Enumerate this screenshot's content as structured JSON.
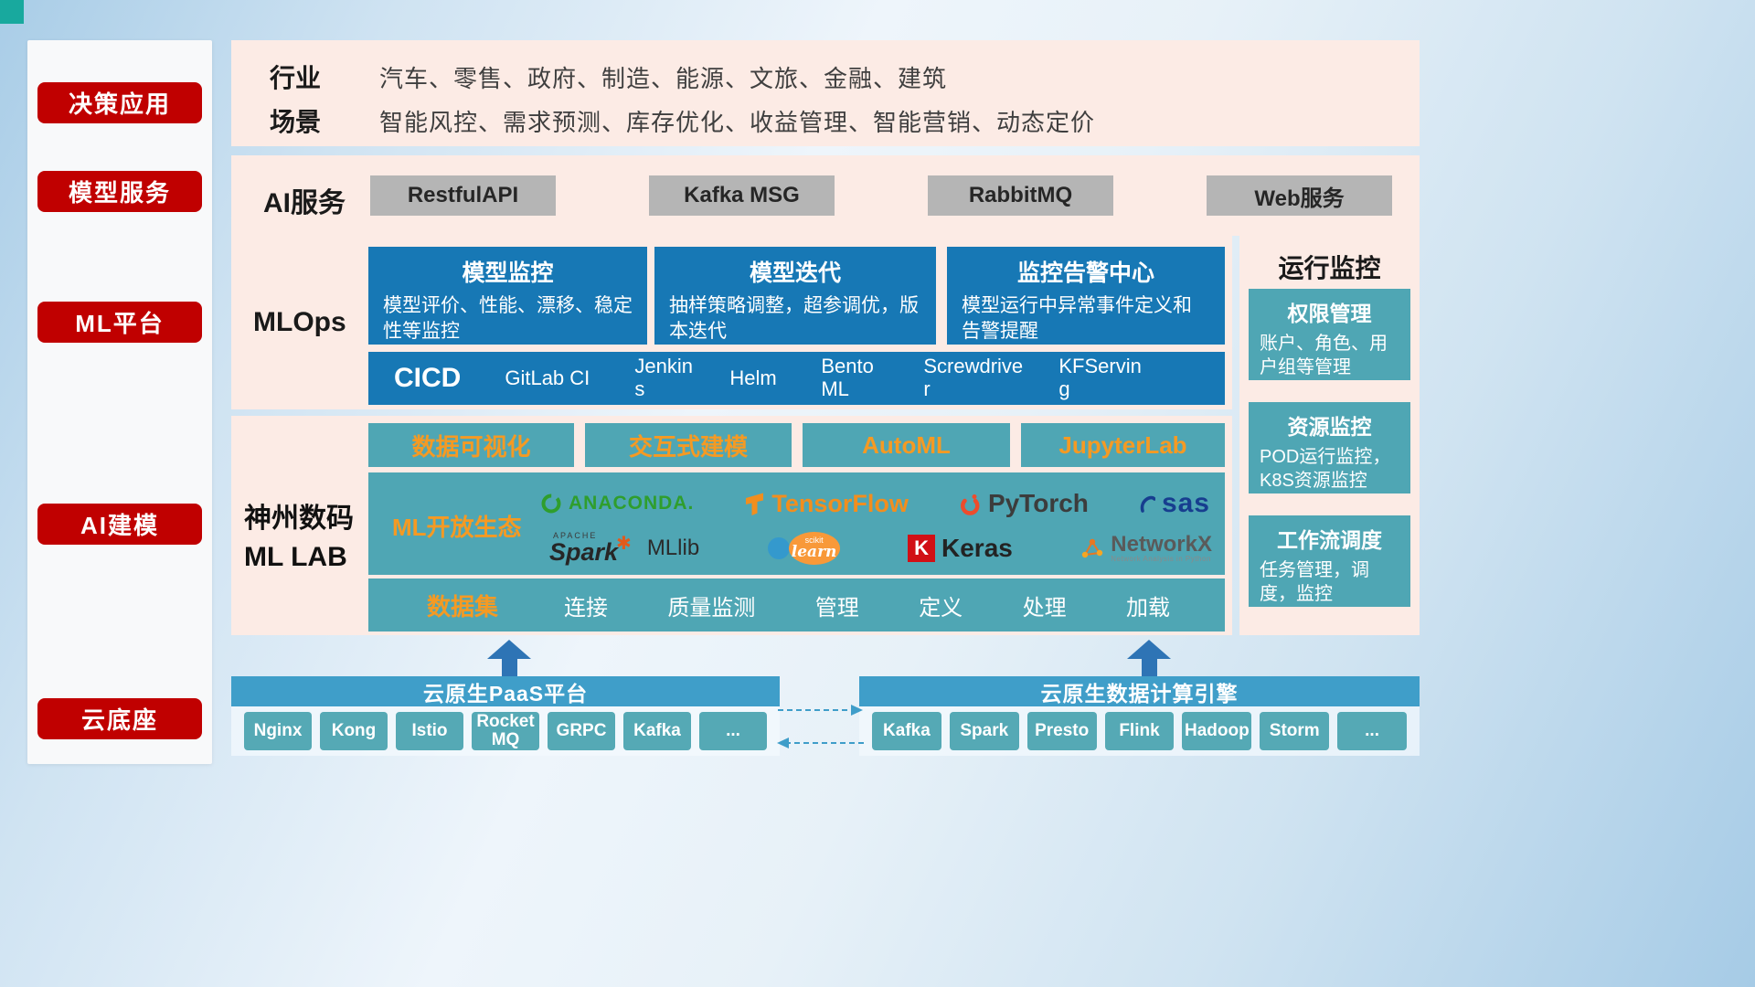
{
  "sidebar": {
    "items": [
      {
        "label": "决策应用"
      },
      {
        "label": "模型服务"
      },
      {
        "label": "ML平台"
      },
      {
        "label": "AI建模"
      },
      {
        "label": "云底座"
      }
    ]
  },
  "industry": {
    "row1_label": "行业",
    "row1_value": "汽车、零售、政府、制造、能源、文旅、金融、建筑",
    "row2_label": "场景",
    "row2_value": "智能风控、需求预测、库存优化、收益管理、智能营销、动态定价"
  },
  "ai_service": {
    "label": "AI服务",
    "items": [
      "RestfulAPI",
      "Kafka MSG",
      "RabbitMQ",
      "Web服务"
    ]
  },
  "mlops": {
    "label": "MLOps",
    "cards": [
      {
        "title": "模型监控",
        "desc": "模型评价、性能、漂移、稳定性等监控"
      },
      {
        "title": "模型迭代",
        "desc": "抽样策略调整，超参调优，版本迭代"
      },
      {
        "title": "监控告警中心",
        "desc": "模型运行中异常事件定义和告警提醒"
      }
    ],
    "cicd_label": "CICD",
    "cicd_items": [
      "GitLab CI",
      "Jenkins",
      "Helm",
      "BentoML",
      "Screwdriver",
      "KFServing"
    ]
  },
  "monitoring": {
    "title": "运行监控",
    "cards": [
      {
        "title": "权限管理",
        "desc": "账户、角色、用户组等管理"
      },
      {
        "title": "资源监控",
        "desc": "POD运行监控，K8S资源监控"
      },
      {
        "title": "工作流调度",
        "desc": "任务管理，调度，监控"
      }
    ]
  },
  "mllab": {
    "label_line1": "神州数码",
    "label_line2": "ML LAB",
    "tools": [
      "数据可视化",
      "交互式建模",
      "AutoML",
      "JupyterLab"
    ],
    "eco_label": "ML开放生态",
    "logos": {
      "anaconda": "ANACONDA.",
      "tensorflow": "TensorFlow",
      "pytorch": "PyTorch",
      "sas": "sas",
      "spark_sup": "APACHE",
      "spark": "Spark",
      "spark_star": "✱",
      "mllib": "MLlib",
      "sklearn_sup": "scikit",
      "sklearn": "learn",
      "keras_k": "K",
      "keras": "Keras",
      "networkx": "NetworkX",
      "networkx_sub": "Network Analysis in Python"
    },
    "dataset_label": "数据集",
    "dataset_items": [
      "连接",
      "质量监测",
      "管理",
      "定义",
      "处理",
      "加载"
    ]
  },
  "cloud": {
    "paas_title": "云原生PaaS平台",
    "paas_items": [
      "Nginx",
      "Kong",
      "Istio",
      "RocketMQ",
      "GRPC",
      "Kafka",
      "..."
    ],
    "engine_title": "云原生数据计算引擎",
    "engine_items": [
      "Kafka",
      "Spark",
      "Presto",
      "Flink",
      "Hadoop",
      "Storm",
      "..."
    ]
  },
  "colors": {
    "red": "#c00000",
    "panel_pink": "#fcebe5",
    "blue": "#1778b5",
    "teal": "#4fa6b4",
    "orange": "#f59a23",
    "header_blue": "#3f9ec9",
    "gray_button": "#b5b5b5",
    "arrow_blue": "#2e74b5"
  }
}
